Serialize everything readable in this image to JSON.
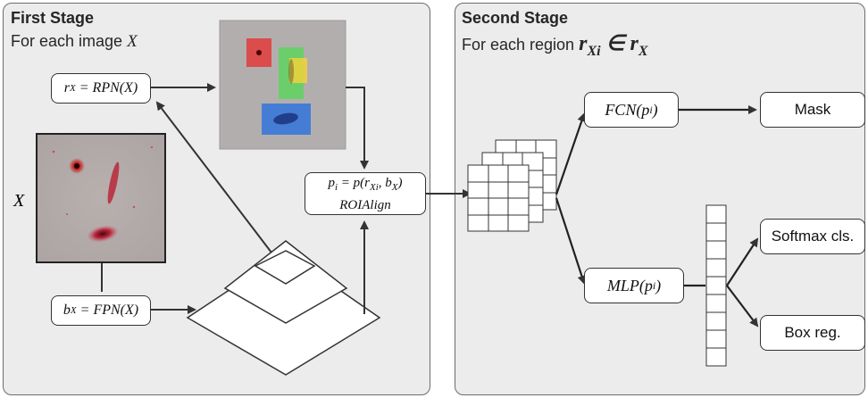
{
  "first_stage": {
    "title": "First Stage",
    "subtitle": "For each image",
    "subtitle_var": "X"
  },
  "second_stage": {
    "title": "Second Stage",
    "subtitle": "For each region",
    "subtitle_math": "r_{Xi} ∈ r_X"
  },
  "nodes": {
    "rpn": "r_X = RPN(X)",
    "fpn": "b_X = FPN(X)",
    "roi_line1": "p_i = p(r_{Xi}, b_X)",
    "roi_line2": "ROIAlign",
    "fcn": "FCN(p_i)",
    "mlp": "MLP(p_i)",
    "mask": "Mask",
    "softmax": "Softmax cls.",
    "boxreg": "Box reg.",
    "input_label": "X"
  },
  "colors": {
    "panel_bg": "#ececec",
    "panel_border": "#6d6d6d",
    "region_red": "#e23b3b",
    "region_green": "#5fd35f",
    "region_yellow": "#f0d23a",
    "region_blue": "#3a78d8"
  }
}
